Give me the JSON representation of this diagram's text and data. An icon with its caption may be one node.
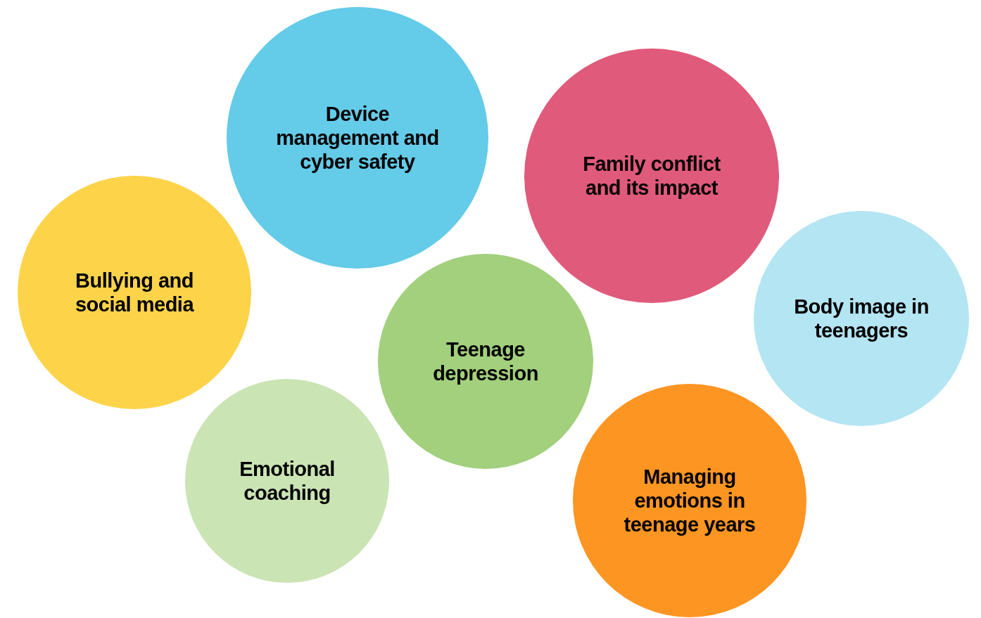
{
  "diagram": {
    "nodes": [
      {
        "text": [
          "Device management and cyber safety"
        ]
      },
      {
        "text": [
          "Family conflict and its impact"
        ]
      },
      {
        "text": [
          "Bullying and social media"
        ]
      },
      {
        "text": [
          "Body image in teenagers"
        ]
      },
      {
        "text": [
          "Teenage depression"
        ]
      },
      {
        "text": [
          "Emotional coaching"
        ]
      },
      {
        "text": [
          "Managing emotions in teenage years"
        ]
      }
    ]
  }
}
